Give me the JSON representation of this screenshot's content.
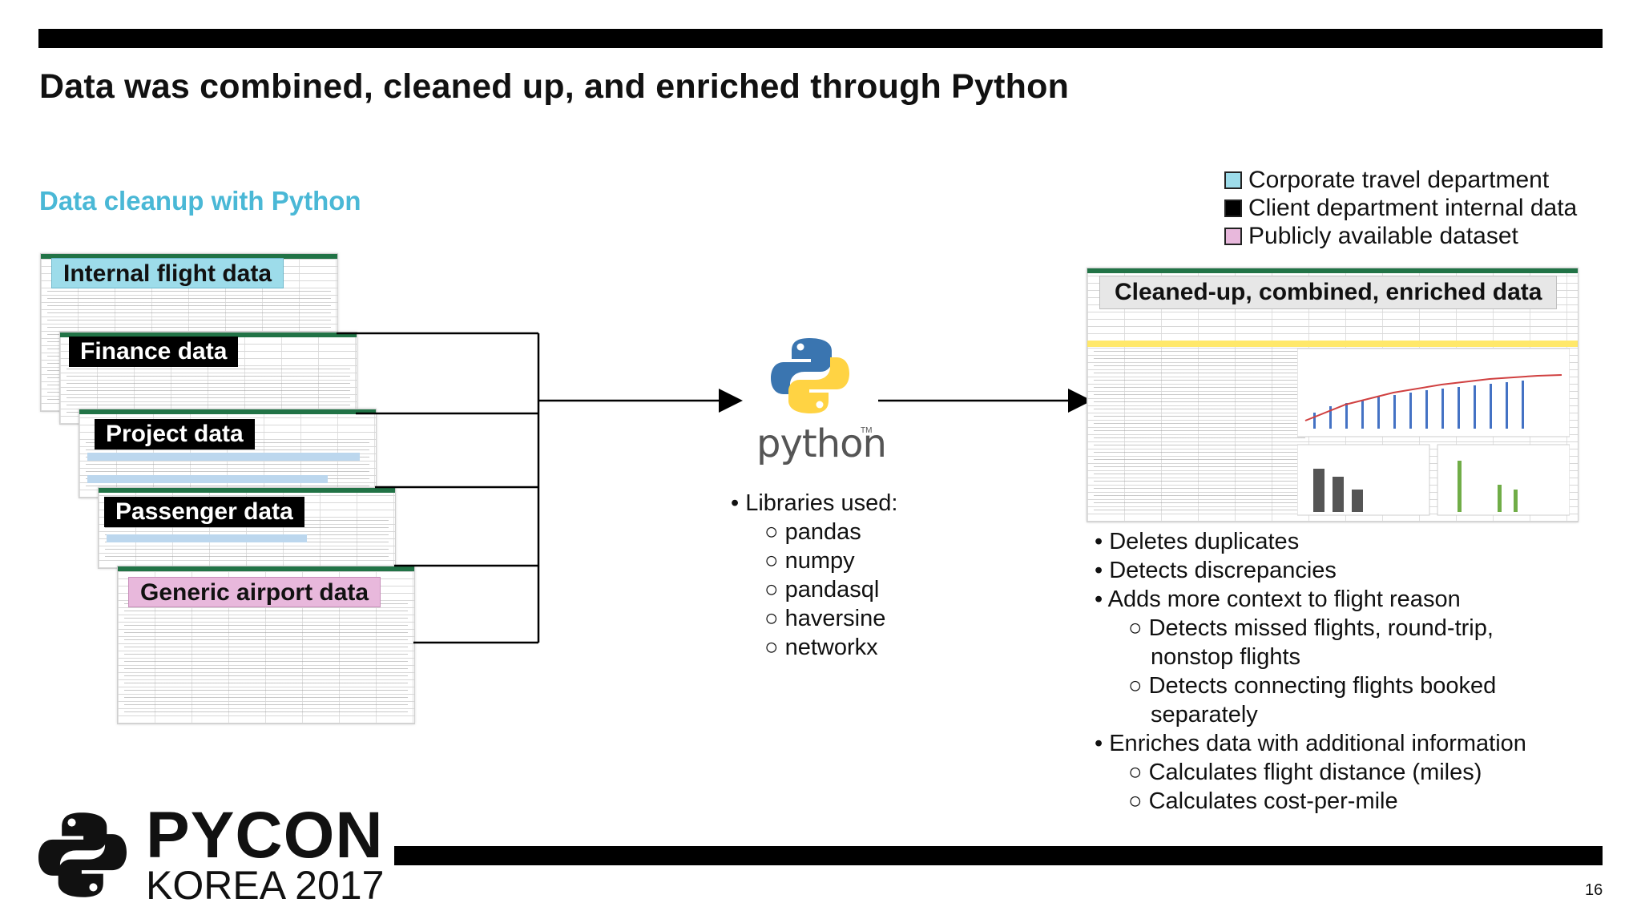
{
  "slide": {
    "title": "Data was combined, cleaned up, and enriched through Python",
    "subtitle": "Data cleanup with Python",
    "page_number": "16"
  },
  "legend": [
    {
      "label": "Corporate travel department",
      "color": "#9ddcea"
    },
    {
      "label": "Client department internal data",
      "color": "#000000"
    },
    {
      "label": "Publicly available dataset",
      "color": "#e8b8dc"
    }
  ],
  "sources": [
    {
      "label": "Internal flight data",
      "color": "#9ddcea"
    },
    {
      "label": "Finance data",
      "color": "#000000"
    },
    {
      "label": "Project data",
      "color": "#000000"
    },
    {
      "label": "Passenger data",
      "color": "#000000"
    },
    {
      "label": "Generic airport data",
      "color": "#e8b8dc"
    }
  ],
  "python": {
    "wordmark": "python",
    "tm": "TM",
    "libraries_heading": "Libraries used:",
    "libraries": [
      "pandas",
      "numpy",
      "pandasql",
      "haversine",
      "networkx"
    ]
  },
  "result": {
    "label": "Cleaned-up, combined, enriched data",
    "features": [
      {
        "text": "Deletes duplicates",
        "level": 1
      },
      {
        "text": "Detects discrepancies",
        "level": 1
      },
      {
        "text": "Adds more context to flight reason",
        "level": 1
      },
      {
        "text": "Detects missed flights, round-trip,",
        "level": 2
      },
      {
        "text": "nonstop flights",
        "level": 3
      },
      {
        "text": "Detects connecting flights booked",
        "level": 2
      },
      {
        "text": "separately",
        "level": 3
      },
      {
        "text": "Enriches data with additional information",
        "level": 1
      },
      {
        "text": "Calculates flight distance (miles)",
        "level": 2
      },
      {
        "text": "Calculates cost-per-mile",
        "level": 2
      }
    ]
  },
  "branding": {
    "pycon": "PYCON",
    "korea": "KOREA 2017"
  }
}
